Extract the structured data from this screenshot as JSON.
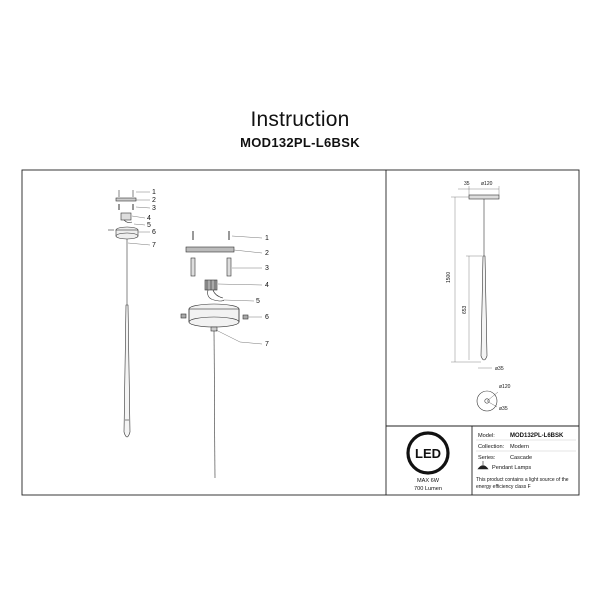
{
  "header": {
    "title": "Instruction",
    "model_code": "MOD132PL-L6BSK"
  },
  "parts_left": {
    "labels": [
      "1",
      "2",
      "3",
      "4",
      "5",
      "6",
      "7"
    ]
  },
  "parts_detail": {
    "labels": [
      "1",
      "2",
      "3",
      "4",
      "5",
      "6",
      "7"
    ]
  },
  "dimensions": {
    "width_top": "35",
    "canopy_diameter": "ø120",
    "total_height": "1500",
    "body_height": "653",
    "body_diameter": "ø35",
    "plan_outer": "ø120",
    "plan_inner": "ø35"
  },
  "led_badge": {
    "logo_text": "LED",
    "power": "MAX 6W",
    "lumen": "700 Lumen"
  },
  "product_info": {
    "model_label": "Model:",
    "model_value": "MOD132PL-L6BSK",
    "collection_label": "Collection:",
    "collection_value": "Modern",
    "series_label": "Series:",
    "series_value": "Cascade",
    "category": "Pendant Lamps",
    "note_line1": "This product contains a light source of the",
    "note_line2": "energy efficiency class F"
  }
}
